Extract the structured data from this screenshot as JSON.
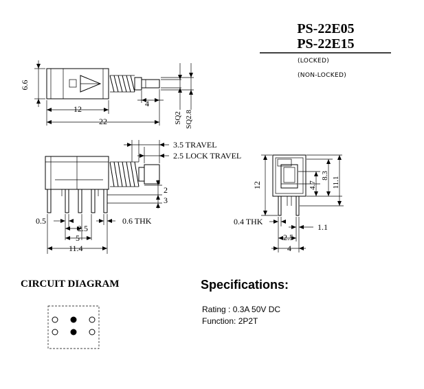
{
  "models": {
    "locked": "PS-22E05",
    "non_locked": "PS-22E15",
    "locked_note": "(LOCKED)",
    "non_locked_note": "(NON-LOCKED)"
  },
  "top_view": {
    "height": "6.6",
    "body_length": "12",
    "overall_length": "22",
    "stem_length": "4",
    "sq_small": "SQ2",
    "sq_large": "SQ2.8"
  },
  "side_view": {
    "travel": "3.5  TRAVEL",
    "lock_travel": "2.5  LOCK  TRAVEL",
    "dim_2": "2",
    "dim_3": "3",
    "pin_width": "0.5",
    "pitch": "2.5",
    "thickness": "0.6  THK",
    "span": "5",
    "body_width": "11.4"
  },
  "end_view": {
    "height_12": "12",
    "dim_4_7": "4.7",
    "dim_8_3": "8.3",
    "dim_11_1": "11.1",
    "thickness": "0.4  THK",
    "dim_1_1": "1.1",
    "pitch": "2.5",
    "width": "4"
  },
  "circuit": {
    "title": "CIRCUIT DIAGRAM"
  },
  "specifications": {
    "title": "Specifications:",
    "rating": "Rating : 0.3A 50V DC",
    "function": "Function: 2P2T"
  }
}
